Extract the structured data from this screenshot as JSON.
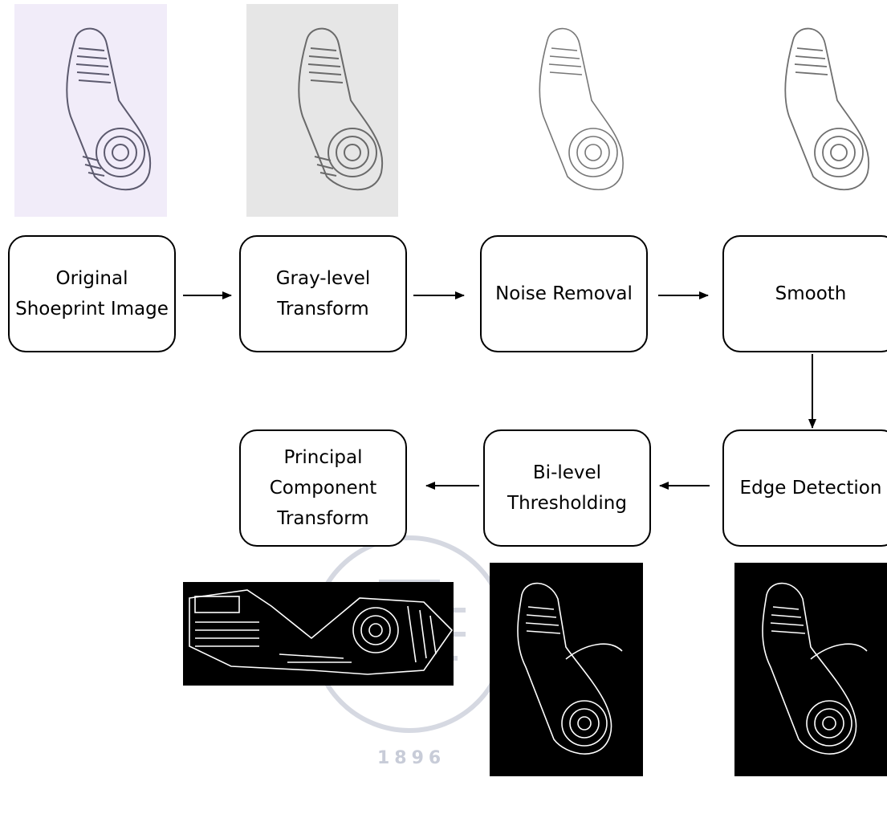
{
  "flow": {
    "original": "Original\nShoeprint Image",
    "gray": "Gray-level\nTransform",
    "noise": "Noise Removal",
    "smooth": "Smooth",
    "edge": "Edge Detection",
    "bilevel": "Bi-level\nThresholding",
    "pca": "Principal\nComponent\nTransform"
  },
  "watermark": {
    "year": "1896",
    "letters": "ES"
  },
  "colors": {
    "original_bg": "#f1ecf9",
    "original_ink": "#5c5a6e",
    "gray_bg": "#e6e6e6",
    "gray_ink": "#6a6a6a",
    "edge_bg": "#000000",
    "edge_line": "#ffffff",
    "watermark": "#c8ccd8"
  }
}
